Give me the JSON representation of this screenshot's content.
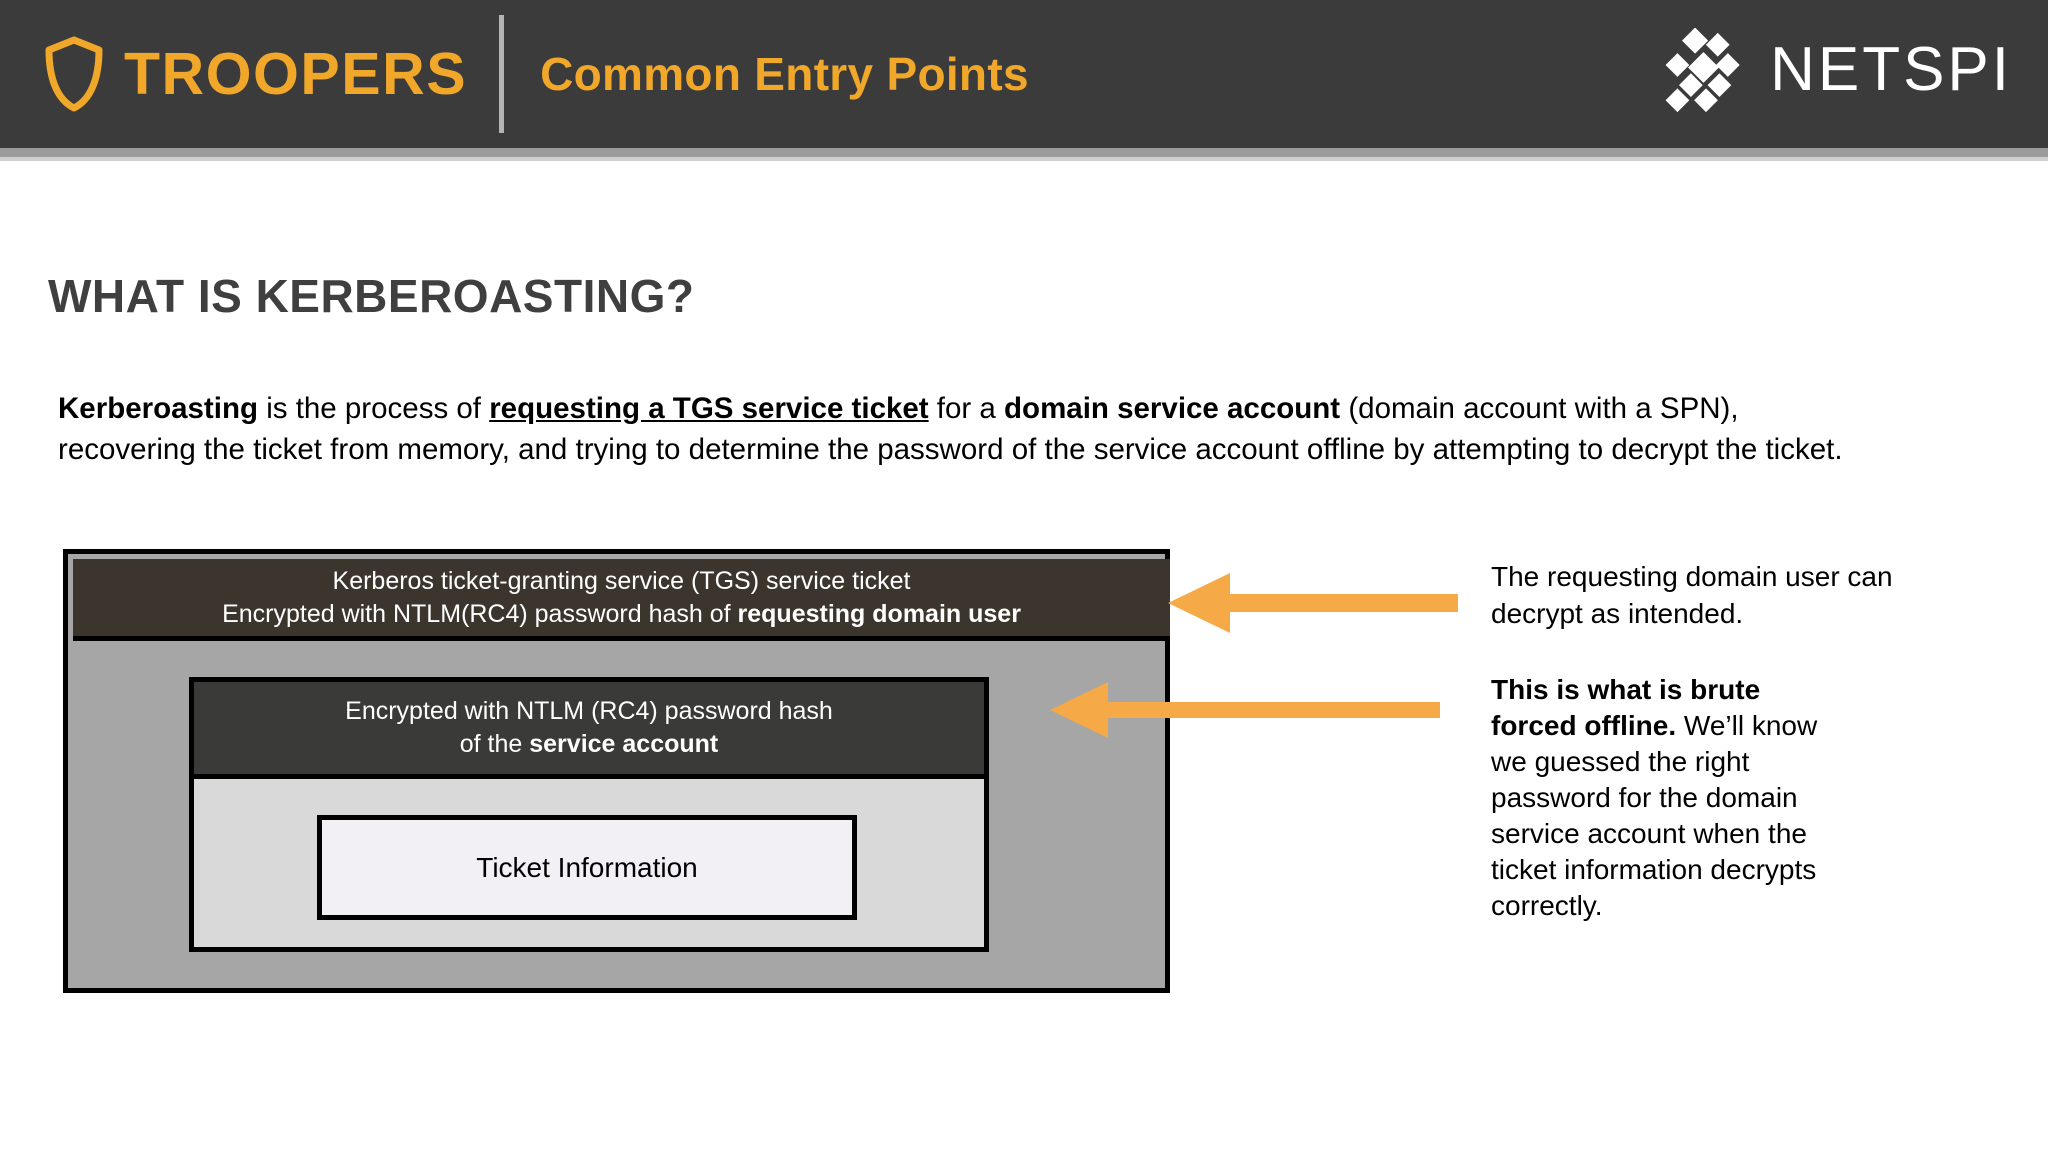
{
  "header": {
    "brand": "TROOPERS",
    "brand_icon": "shield-icon",
    "title": "Common Entry Points",
    "logo_text": "NETSPI",
    "logo_icon": "netspi-diamond-mark",
    "bar_color": "#3b3b3b",
    "accent_color": "#f0a72a"
  },
  "slide": {
    "title": "WHAT IS KERBEROASTING?",
    "paragraph": {
      "seg1_bold": "Kerberoasting",
      "seg2": " is the process of ",
      "seg3_bold_underline": "requesting a TGS service ticket",
      "seg4": " for a ",
      "seg5_bold": "domain service account",
      "seg6": " (domain account with a SPN), recovering the ticket from memory, and trying to determine the password of the service account offline by attempting to decrypt the ticket."
    }
  },
  "diagram": {
    "outer_fill": "#a6a6a6",
    "tgs_band": {
      "line1": "Kerberos ticket-granting service (TGS) service ticket",
      "line2_prefix": "Encrypted with NTLM(RC4) password hash of ",
      "line2_bold": "requesting domain user",
      "fill": "#3b352e"
    },
    "service_box": {
      "line1": "Encrypted with NTLM (RC4) password hash",
      "line2_prefix": "of the ",
      "line2_bold": "service account",
      "header_fill": "#3a3a38",
      "body_fill": "#d9d9d9"
    },
    "ticket_info": {
      "label": "Ticket Information",
      "fill": "#f2f0f4"
    }
  },
  "arrows": {
    "color": "#f5a947",
    "top_arrow_name": "arrow-to-tgs-band",
    "mid_arrow_name": "arrow-to-service-box"
  },
  "callouts": {
    "top": "The requesting domain user can decrypt as intended.",
    "bottom_bold": "This is what is brute forced offline.",
    "bottom_rest": " We’ll know we guessed the right password for the domain service account when the ticket information decrypts correctly."
  }
}
